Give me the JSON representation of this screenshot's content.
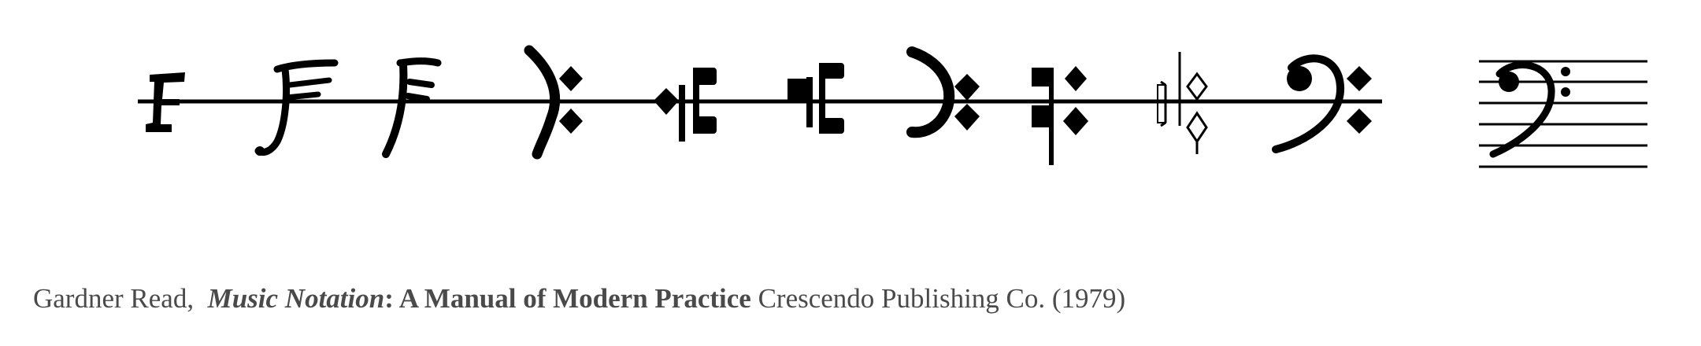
{
  "figure": {
    "glyphs": [
      "f-clef-early-form-1",
      "f-clef-early-form-2",
      "f-clef-early-form-3",
      "f-clef-early-form-4",
      "f-clef-early-form-5",
      "f-clef-early-form-6",
      "f-clef-early-form-7",
      "f-clef-early-form-8",
      "f-clef-early-form-9",
      "f-clef-modern-on-line",
      "bass-clef-on-staff"
    ],
    "ink_color": "#000000"
  },
  "caption": {
    "author": "Gardner Read,",
    "title_italic": "Music Notation",
    "title_rest": ": A Manual of Modern Practice",
    "publisher": "Crescendo Publishing Co. (1979)",
    "text_color": "#4a4a4a"
  }
}
